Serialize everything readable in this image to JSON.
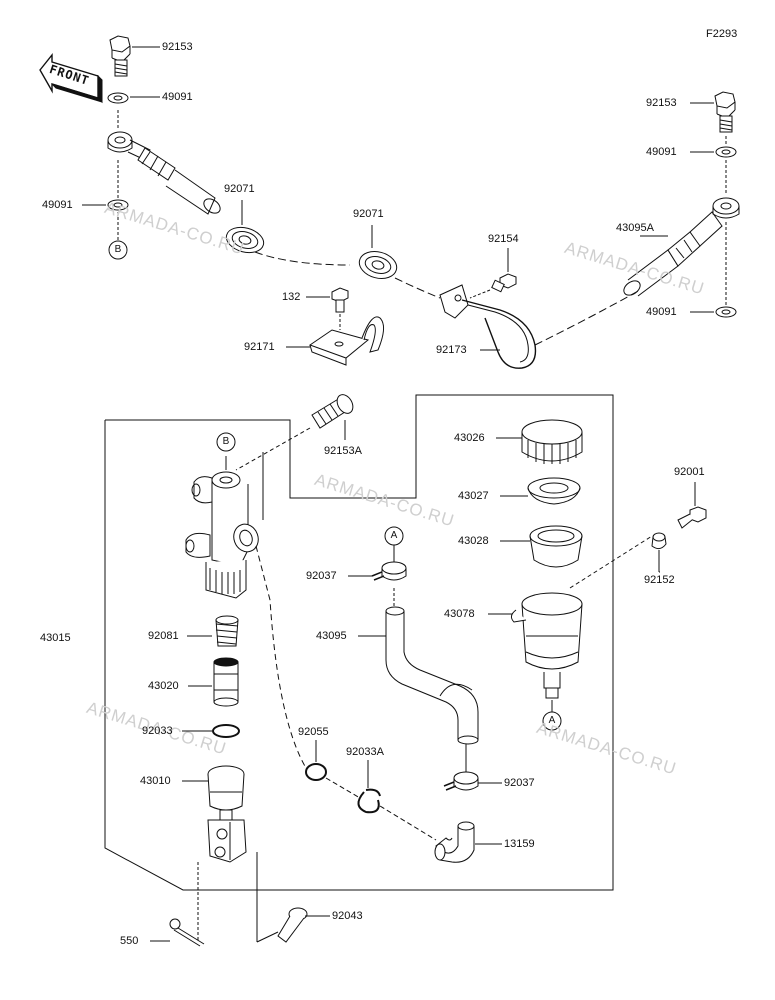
{
  "figure_code": "F2293",
  "front_label": "FRONT",
  "watermark": "ARMADA-CO.RU",
  "ref_markers": {
    "b": "B",
    "a": "A"
  },
  "parts": {
    "p92153_top_left": "92153",
    "p49091_top_left": "49091",
    "p49091_left": "49091",
    "p92071_left": "92071",
    "p92071_center": "92071",
    "p92153_right": "92153",
    "p49091_right_upper": "49091",
    "p43095A": "43095A",
    "p92154": "92154",
    "p49091_right_lower": "49091",
    "p132": "132",
    "p92171": "92171",
    "p92173": "92173",
    "p92153A": "92153A",
    "p43026": "43026",
    "p43027": "43027",
    "p43028": "43028",
    "p92001": "92001",
    "p92152": "92152",
    "p43078": "43078",
    "p92037_upper": "92037",
    "p43095": "43095",
    "p43015": "43015",
    "p92081": "92081",
    "p43020": "43020",
    "p92033": "92033",
    "p92055": "92055",
    "p92033A": "92033A",
    "p92037_lower": "92037",
    "p43010": "43010",
    "p13159": "13159",
    "p92043": "92043",
    "p550": "550"
  }
}
